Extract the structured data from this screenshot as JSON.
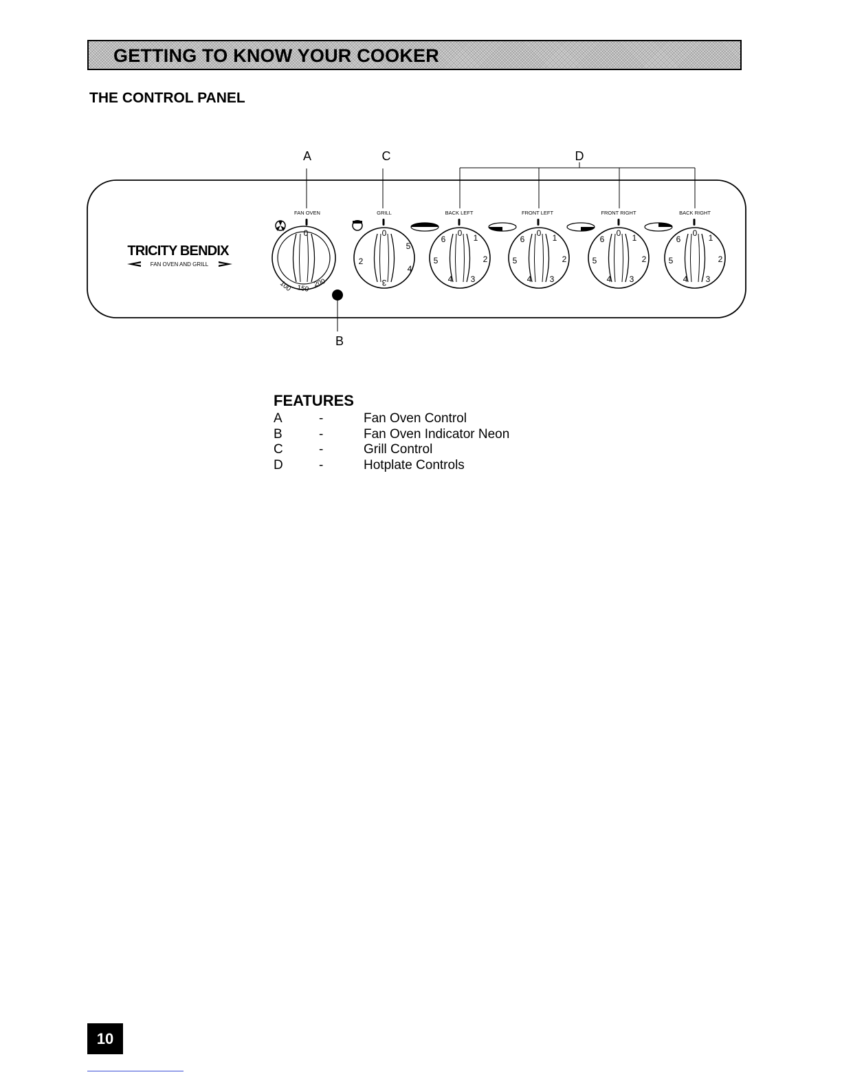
{
  "header": {
    "banner_title": "GETTING TO KNOW YOUR COOKER"
  },
  "section": {
    "title": "THE CONTROL PANEL"
  },
  "diagram": {
    "callouts": {
      "a": "A",
      "b": "B",
      "c": "C",
      "d": "D"
    },
    "brand": {
      "name": "TRICITY BENDIX",
      "subtitle": "FAN OVEN AND GRILL"
    },
    "knob_labels": {
      "fan_oven": "FAN OVEN",
      "grill": "GRILL",
      "back_left": "BACK LEFT",
      "front_left": "FRONT LEFT",
      "front_right": "FRONT RIGHT",
      "back_right": "BACK RIGHT"
    },
    "oven_scale": {
      "zero": "0",
      "low": "100",
      "mid": "150",
      "high": "200"
    },
    "grill_scale": [
      "0",
      "5",
      "4",
      "3",
      "2"
    ],
    "hotplate_scale": [
      "0",
      "1",
      "2",
      "3",
      "4",
      "5",
      "6"
    ]
  },
  "features": {
    "title": "FEATURES",
    "items": [
      {
        "letter": "A",
        "dash": "-",
        "text": "Fan Oven Control"
      },
      {
        "letter": "B",
        "dash": "-",
        "text": "Fan Oven Indicator Neon"
      },
      {
        "letter": "C",
        "dash": "-",
        "text": "Grill Control"
      },
      {
        "letter": "D",
        "dash": "-",
        "text": "Hotplate Controls"
      }
    ]
  },
  "footer": {
    "page_number": "10"
  }
}
